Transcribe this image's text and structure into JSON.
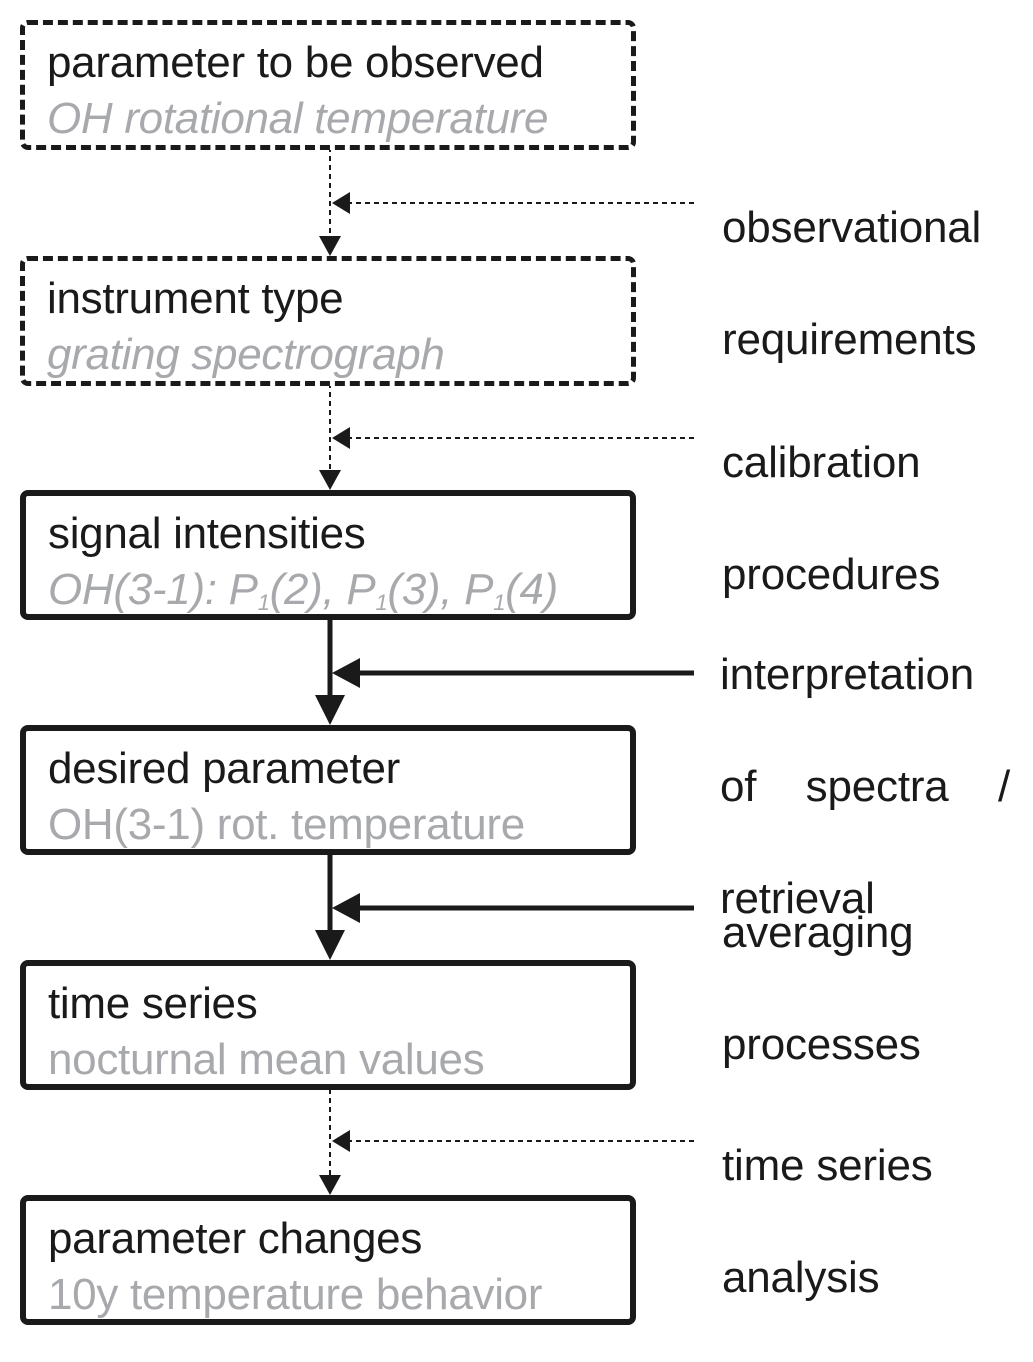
{
  "diagram": {
    "type": "flowchart",
    "colors": {
      "stroke": "#1a1a1a",
      "title_text": "#1a1a1a",
      "subtitle_text": "#a7a9ac",
      "background": "#ffffff"
    },
    "boxes": [
      {
        "id": "parameter-to-be-observed",
        "title": "parameter to be observed",
        "subtitle": "OH rotational temperature",
        "subtitle_style": "italic",
        "border": "dashed"
      },
      {
        "id": "instrument-type",
        "title": "instrument type",
        "subtitle": "grating spectrograph",
        "subtitle_style": "italic",
        "border": "dashed"
      },
      {
        "id": "signal-intensities",
        "title": "signal intensities",
        "subtitle_parts": {
          "prefix": "OH(3-1): ",
          "items": [
            {
              "base": "P",
              "sub": "1",
              "arg": "(2)"
            },
            {
              "base": "P",
              "sub": "1",
              "arg": "(3)"
            },
            {
              "base": "P",
              "sub": "1",
              "arg": "(4)"
            }
          ],
          "separator": ", "
        },
        "subtitle": "OH(3-1): P1(2), P1(3), P1(4)",
        "subtitle_style": "italic",
        "border": "solid"
      },
      {
        "id": "desired-parameter",
        "title": "desired parameter",
        "subtitle": "OH(3-1) rot. temperature",
        "subtitle_style": "normal",
        "border": "solid"
      },
      {
        "id": "time-series",
        "title": "time series",
        "subtitle": "nocturnal mean values",
        "subtitle_style": "normal",
        "border": "solid"
      },
      {
        "id": "parameter-changes",
        "title": "parameter changes",
        "subtitle": "10y temperature behavior",
        "subtitle_style": "normal",
        "border": "solid"
      }
    ],
    "side_inputs": [
      {
        "id": "observational-requirements",
        "lines": [
          "observational",
          "requirements"
        ],
        "line_style": "dotted",
        "between": [
          "parameter-to-be-observed",
          "instrument-type"
        ]
      },
      {
        "id": "calibration-procedures",
        "lines": [
          "calibration",
          "procedures"
        ],
        "line_style": "dotted",
        "between": [
          "instrument-type",
          "signal-intensities"
        ]
      },
      {
        "id": "interpretation-of-spectra-retrieval",
        "lines": [
          "interpretation",
          "of spectra /",
          "retrieval"
        ],
        "line_style": "solid",
        "between": [
          "signal-intensities",
          "desired-parameter"
        ]
      },
      {
        "id": "averaging-processes",
        "lines": [
          "averaging",
          "processes"
        ],
        "line_style": "solid",
        "between": [
          "desired-parameter",
          "time-series"
        ]
      },
      {
        "id": "time-series-analysis",
        "lines": [
          "time series",
          "analysis"
        ],
        "line_style": "dotted",
        "between": [
          "time-series",
          "parameter-changes"
        ]
      }
    ]
  }
}
